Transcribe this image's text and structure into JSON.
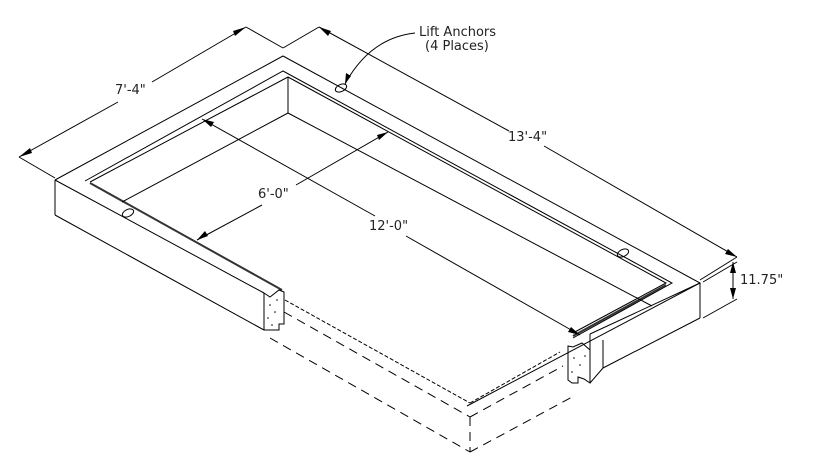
{
  "drawing": {
    "title": "Precast concrete box/tub isometric",
    "dimensions": {
      "outer_width": "7'-4\"",
      "outer_length": "13'-4\"",
      "inner_width": "6'-0\"",
      "inner_length": "12'-0\"",
      "height": "11.75\""
    },
    "callout": {
      "line1": "Lift Anchors",
      "line2": "(4 Places)"
    },
    "colors": {
      "line": "#000000",
      "text": "#222222",
      "background": "#ffffff"
    }
  }
}
